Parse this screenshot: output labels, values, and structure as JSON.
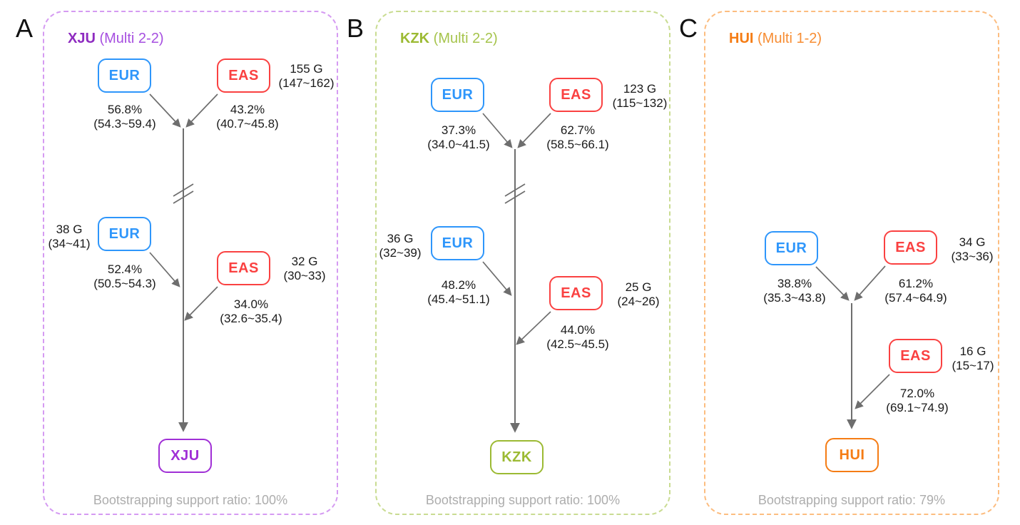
{
  "colors": {
    "eur_blue": "#2e96fb",
    "eas_red": "#fa4141",
    "xju_purple": "#a02fd6",
    "kzk_green": "#9cba33",
    "hui_orange": "#f57c14",
    "panel_a_border": "#d59bf2",
    "panel_b_border": "#c9dc92",
    "panel_c_border": "#fcbd80",
    "arrow_gray": "#6e6e6e",
    "bootstrap_gray": "#adadad"
  },
  "panels": [
    {
      "letter": "A",
      "code": "XJU",
      "model": "(Multi 2-2)",
      "target": "XJU",
      "bootstrap": "Bootstrapping support ratio: 100%",
      "wave1": {
        "left_pop": "EUR",
        "right_pop": "EAS",
        "time": "155 G",
        "time_ci": "(147~162)",
        "left_pct": "56.8%",
        "left_ci": "(54.3~59.4)",
        "right_pct": "43.2%",
        "right_ci": "(40.7~45.8)"
      },
      "wave2": {
        "left_pop": "EUR",
        "right_pop": "EAS",
        "left_time": "38 G",
        "left_time_ci": "(34~41)",
        "right_time": "32 G",
        "right_time_ci": "(30~33)",
        "left_pct": "52.4%",
        "left_ci": "(50.5~54.3)",
        "right_pct": "34.0%",
        "right_ci": "(32.6~35.4)"
      }
    },
    {
      "letter": "B",
      "code": "KZK",
      "model": "(Multi 2-2)",
      "target": "KZK",
      "bootstrap": "Bootstrapping support ratio: 100%",
      "wave1": {
        "left_pop": "EUR",
        "right_pop": "EAS",
        "time": "123 G",
        "time_ci": "(115~132)",
        "left_pct": "37.3%",
        "left_ci": "(34.0~41.5)",
        "right_pct": "62.7%",
        "right_ci": "(58.5~66.1)"
      },
      "wave2": {
        "left_pop": "EUR",
        "right_pop": "EAS",
        "left_time": "36 G",
        "left_time_ci": "(32~39)",
        "right_time": "25 G",
        "right_time_ci": "(24~26)",
        "left_pct": "48.2%",
        "left_ci": "(45.4~51.1)",
        "right_pct": "44.0%",
        "right_ci": "(42.5~45.5)"
      }
    },
    {
      "letter": "C",
      "code": "HUI",
      "model": "(Multi 1-2)",
      "target": "HUI",
      "bootstrap": "Bootstrapping support ratio: 79%",
      "wave1": {
        "left_pop": "EUR",
        "right_pop": "EAS",
        "time": "34 G",
        "time_ci": "(33~36)",
        "left_pct": "38.8%",
        "left_ci": "(35.3~43.8)",
        "right_pct": "61.2%",
        "right_ci": "(57.4~64.9)"
      },
      "wave2": {
        "right_pop": "EAS",
        "right_time": "16 G",
        "right_time_ci": "(15~17)",
        "right_pct": "72.0%",
        "right_ci": "(69.1~74.9)"
      }
    }
  ]
}
